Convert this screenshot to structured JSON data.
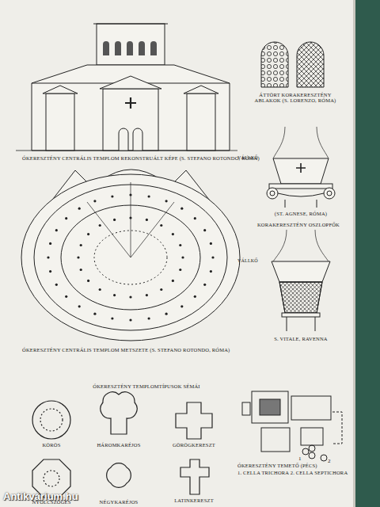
{
  "diagram": {
    "labels": [
      "ÓKERESZTÉNY CENTRÁLIS TEMPLOM REKONSTRUÁLT KÉPE (S. STEFANO ROTONDO, RÓMA)",
      "ÁTTÖRT KORAKERESZTÉNY ABLAKOK (S. LORENZO, RÓMA)",
      "VÁLLKŐ",
      "(ST. AGNESE, RÓMA)",
      "KORAKERESZTÉNY OSZLOPFŐK",
      "VÁLLKŐ",
      "S. VITALE, RAVENNA",
      "ÓKERESZTÉNY CENTRÁLIS TEMPLOM METSZETE (S. STEFANO ROTONDO, RÓMA)",
      "ÓKERESZTÉNY TEMPLOMTÍPUSOK SÉMÁI",
      "KÖRÖS",
      "HÁROMKARÉJOS",
      "GÖRÖGKERESZT",
      "NYOLCSZÖGES",
      "NÉGYKARÉJOS",
      "LATINKERESZT",
      "ÓKERESZTÉNY TEMETŐ (PÉCS)",
      "1. CELLA TRICHORA 2. CELLA SEPTICHORA",
      "1",
      "2",
      "Antikvárium.hu"
    ]
  }
}
